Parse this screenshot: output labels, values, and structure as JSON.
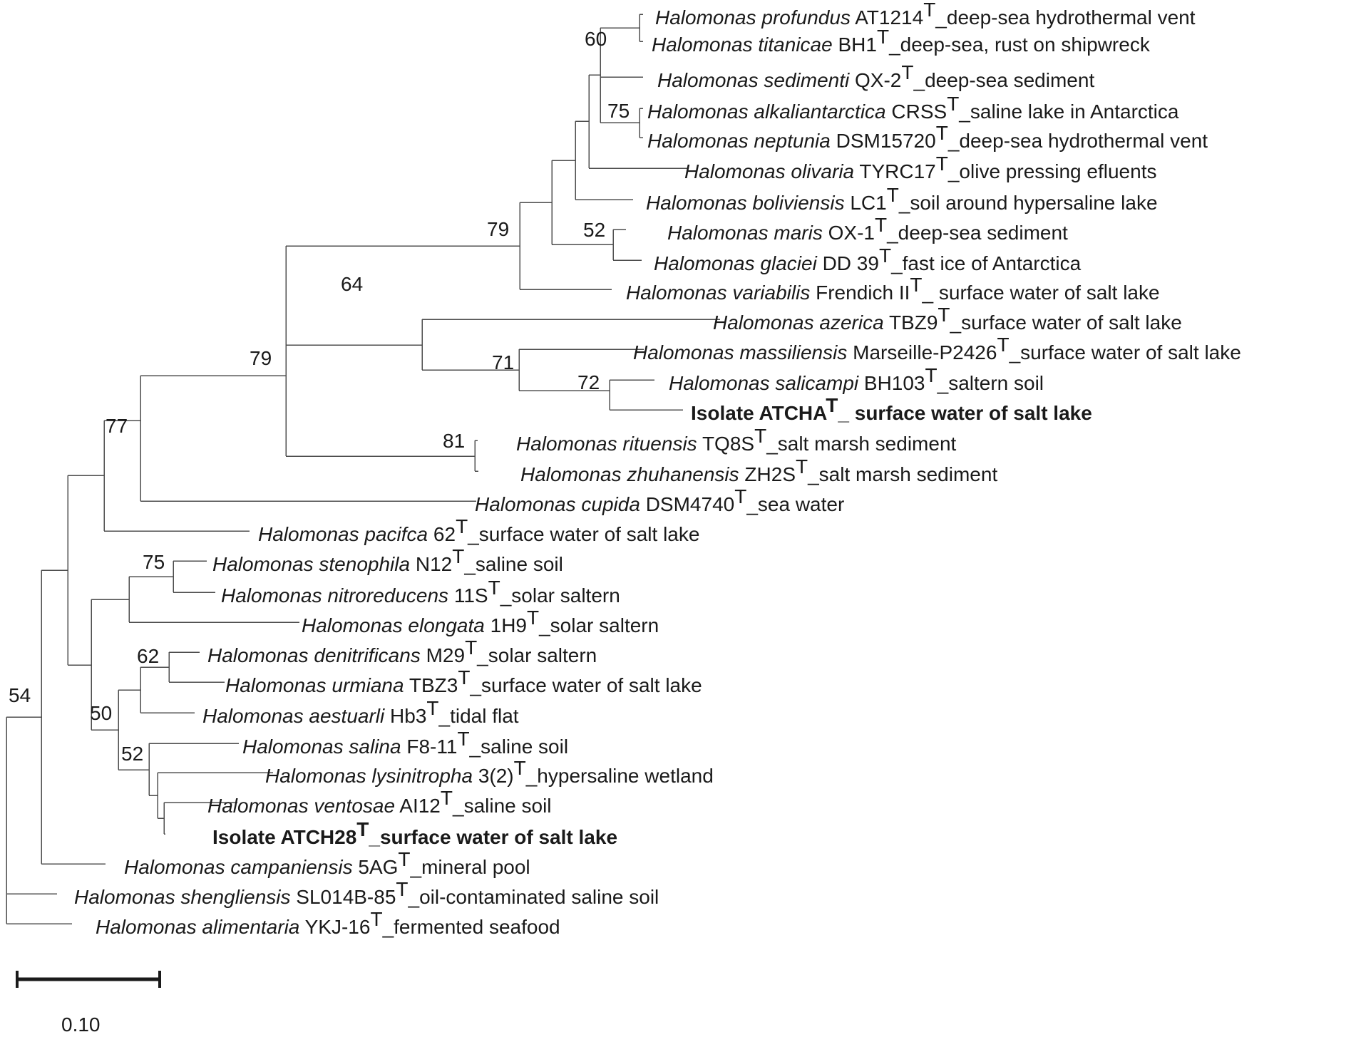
{
  "tree": {
    "leaves": [
      {
        "genus": "Halomonas profundus",
        "strain": " AT1214",
        "note": "_deep-sea hydrothermal vent",
        "bold": false
      },
      {
        "genus": "Halomonas titanicae",
        "strain": " BH1",
        "note": "_deep-sea, rust on shipwreck",
        "bold": false
      },
      {
        "genus": "Halomonas sedimenti",
        "strain": " QX-2",
        "note": "_deep-sea  sediment",
        "bold": false
      },
      {
        "genus": "Halomonas alkaliantarctica",
        "strain": " CRSS",
        "note": "_saline lake in Antarctica",
        "bold": false
      },
      {
        "genus": "Halomonas neptunia",
        "strain": " DSM15720",
        "note": "_deep-sea hydrothermal vent",
        "bold": false
      },
      {
        "genus": "Halomonas olivaria",
        "strain": " TYRC17",
        "note": "_olive pressing efluents",
        "bold": false
      },
      {
        "genus": "Halomonas boliviensis",
        "strain": " LC1",
        "note": "_soil around hypersaline lake",
        "bold": false
      },
      {
        "genus": "Halomonas maris",
        "strain": " OX-1",
        "note": "_deep-sea sediment",
        "bold": false
      },
      {
        "genus": "Halomonas glaciei",
        "strain": " DD 39",
        "note": "_fast ice of Antarctica",
        "bold": false
      },
      {
        "genus": "Halomonas variabilis",
        "strain": " Frendich II",
        "note": "_ surface water of salt lake",
        "bold": false
      },
      {
        "genus": "Halomonas azerica",
        "strain": " TBZ9",
        "note": "_surface water of salt lake",
        "bold": false
      },
      {
        "genus": "Halomonas massiliensis",
        "strain": " Marseille-P2426",
        "note": "_surface water of salt lake",
        "bold": false
      },
      {
        "genus": "Halomonas salicampi",
        "strain": " BH103",
        "note": "_saltern soil",
        "bold": false
      },
      {
        "genus": "",
        "strain": "Isolate ATCHA",
        "note": "_ surface water of salt lake",
        "bold": true
      },
      {
        "genus": "Halomonas rituensis",
        "strain": " TQ8S",
        "note": "_salt marsh sediment",
        "bold": false
      },
      {
        "genus": "Halomonas zhuhanensis",
        "strain": " ZH2S",
        "note": "_salt marsh sediment",
        "bold": false
      },
      {
        "genus": "Halomonas cupida",
        "strain": " DSM4740",
        "note": "_sea water",
        "bold": false
      },
      {
        "genus": "Halomonas pacifca",
        "strain": " 62",
        "note": "_surface water of salt lake",
        "bold": false
      },
      {
        "genus": "Halomonas stenophila",
        "strain": " N12",
        "note": "_saline soil",
        "bold": false
      },
      {
        "genus": "Halomonas nitroreducens",
        "strain": " 11S",
        "note": "_solar saltern",
        "bold": false
      },
      {
        "genus": "Halomonas elongata",
        "strain": " 1H9",
        "note": "_solar saltern",
        "bold": false
      },
      {
        "genus": "Halomonas denitrificans",
        "strain": " M29",
        "note": "_solar saltern",
        "bold": false
      },
      {
        "genus": "Halomonas urmiana",
        "strain": " TBZ3",
        "note": "_surface water of salt lake",
        "bold": false
      },
      {
        "genus": "Halomonas aestuarli",
        "strain": " Hb3",
        "note": "_tidal flat",
        "bold": false
      },
      {
        "genus": "Halomonas salina",
        "strain": " F8-11",
        "note": "_saline soil",
        "bold": false
      },
      {
        "genus": "Halomonas lysinitropha",
        "strain": " 3(2)",
        "note": "_hypersaline wetland",
        "bold": false
      },
      {
        "genus": "Halomonas ventosae",
        "strain": " AI12",
        "note": "_saline soil",
        "bold": false
      },
      {
        "genus": "",
        "strain": "Isolate ATCH28",
        "note": "_surface water of salt lake",
        "bold": true
      },
      {
        "genus": "Halomonas campaniensis",
        "strain": " 5AG",
        "note": "_mineral pool",
        "bold": false
      },
      {
        "genus": "Halomonas shengliensis",
        "strain": " SL014B-85",
        "note": "_oil-contaminated saline soil",
        "bold": false
      },
      {
        "genus": "Halomonas alimentaria",
        "strain": " YKJ-16",
        "note": "_fermented seafood",
        "bold": false
      }
    ],
    "type_strain_mark": "T",
    "bootstrap_values": [
      "60",
      "75",
      "52",
      "79",
      "64",
      "71",
      "72",
      "79",
      "81",
      "77",
      "75",
      "62",
      "50",
      "52",
      "54"
    ]
  },
  "scale_bar": {
    "label": "0.10",
    "length": 0.1
  }
}
